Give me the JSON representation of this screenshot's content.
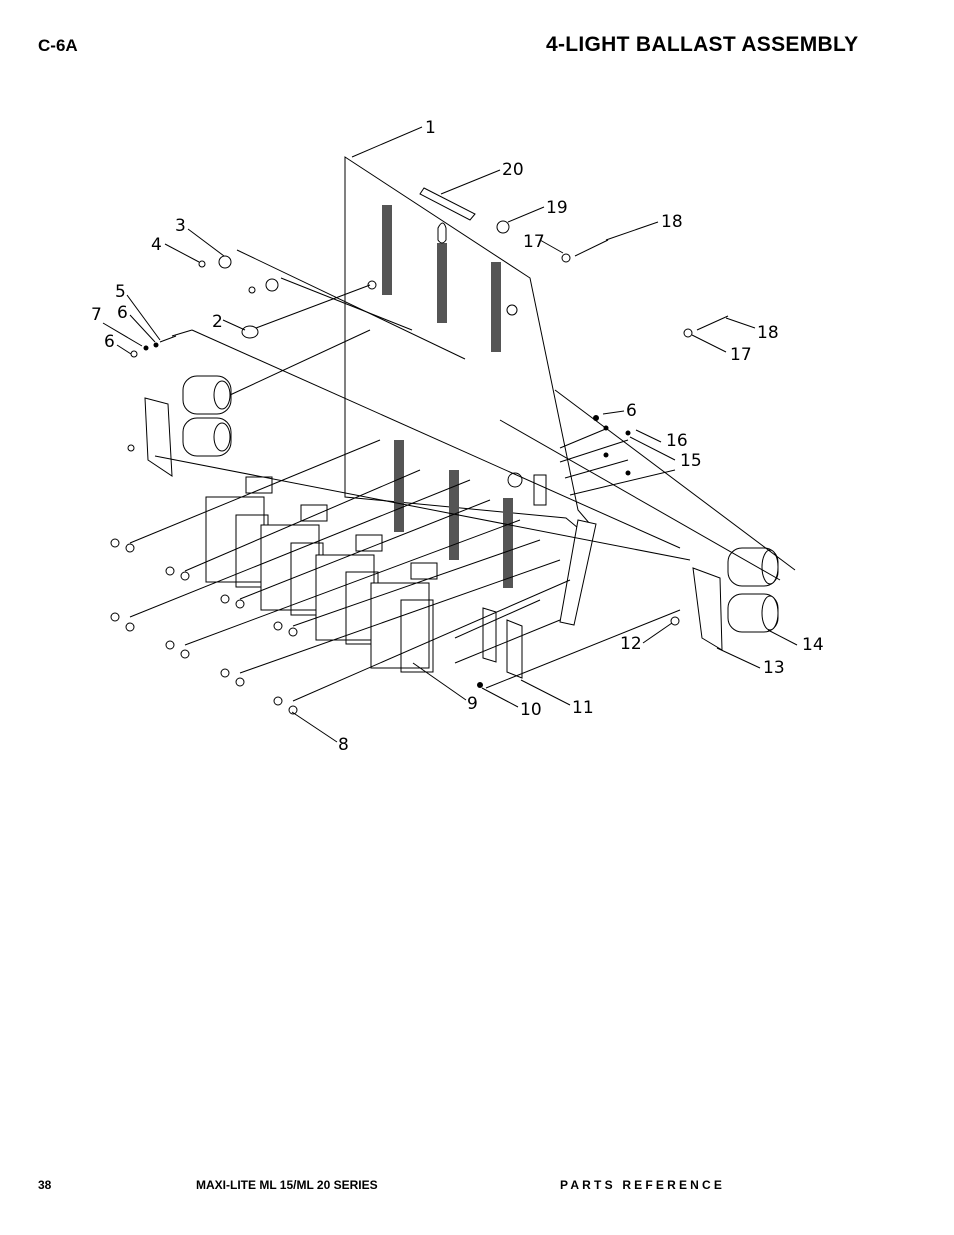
{
  "header": {
    "code": "C-6A",
    "title": "4-LIGHT BALLAST ASSEMBLY"
  },
  "footer": {
    "page": "38",
    "series": "MAXI-LITE ML 15/ML 20 SERIES",
    "section": "PARTS REFERENCE"
  },
  "callouts": {
    "c1": "1",
    "c2": "2",
    "c3": "3",
    "c4": "4",
    "c5": "5",
    "c6a": "6",
    "c6b": "6",
    "c6c": "6",
    "c7": "7",
    "c8": "8",
    "c9": "9",
    "c10": "10",
    "c11": "11",
    "c12": "12",
    "c13": "13",
    "c14": "14",
    "c15": "15",
    "c16": "16",
    "c17a": "17",
    "c17b": "17",
    "c18a": "18",
    "c18b": "18",
    "c19": "19",
    "c20": "20"
  }
}
